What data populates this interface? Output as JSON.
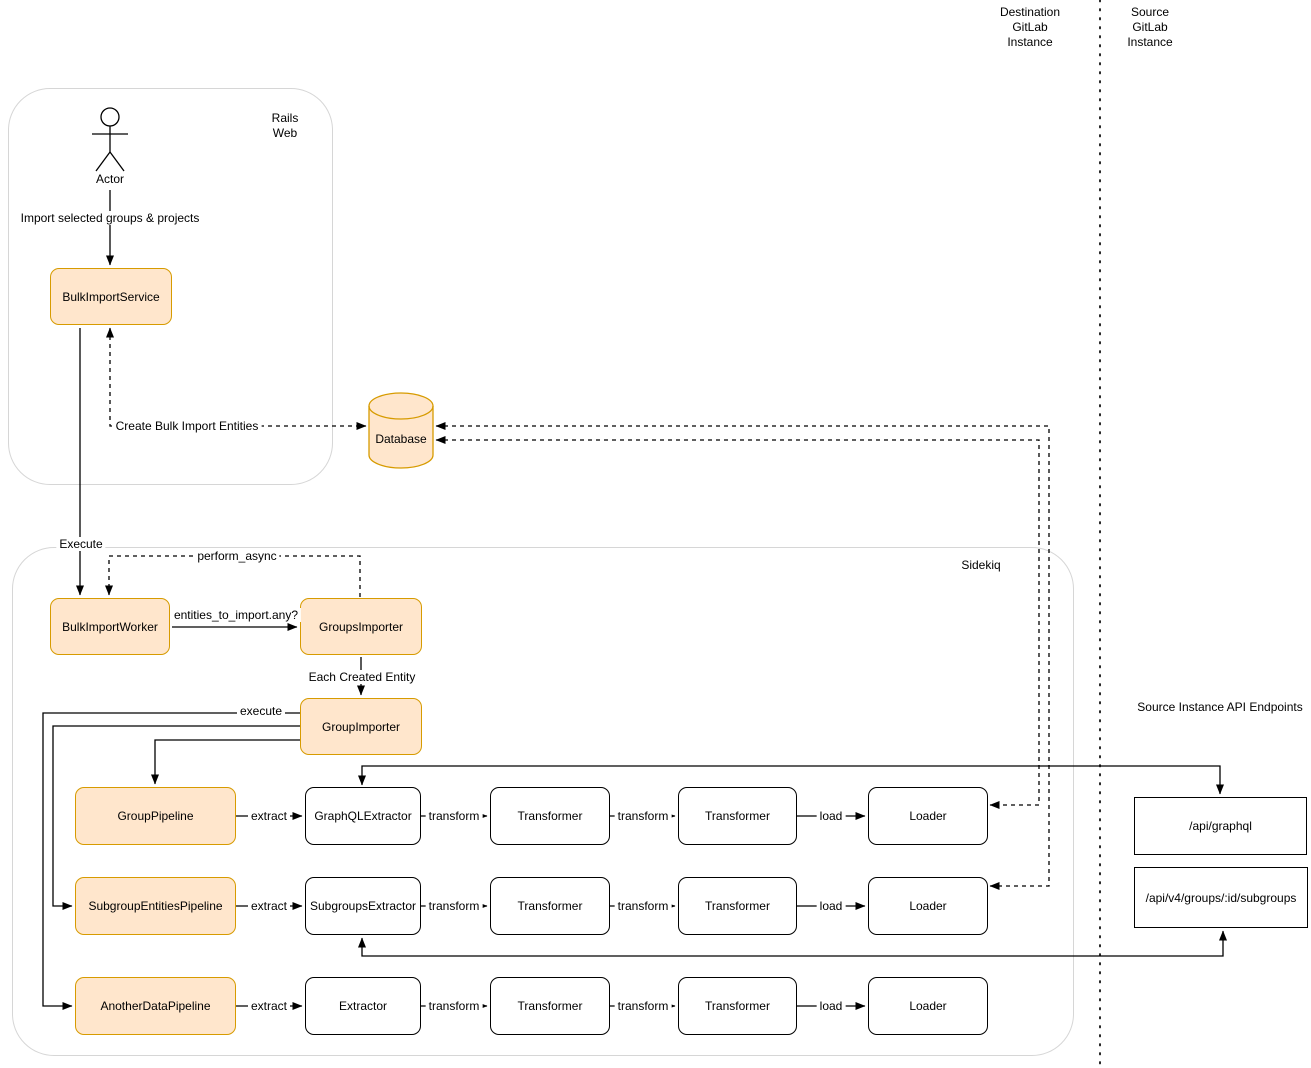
{
  "header": {
    "destination_instance": "Destination\nGitLab\nInstance",
    "source_instance": "Source\nGitLab\nInstance"
  },
  "rails": {
    "label": "Rails\nWeb",
    "actor": "Actor",
    "service": "BulkImportService"
  },
  "database": {
    "label": "Database"
  },
  "sidekiq": {
    "label": "Sidekiq",
    "worker": "BulkImportWorker",
    "groups_importer": "GroupsImporter",
    "group_importer": "GroupImporter"
  },
  "pipelines": [
    {
      "pipeline": "GroupPipeline",
      "extractor": "GraphQLExtractor",
      "transformer_a": "Transformer",
      "transformer_b": "Transformer",
      "loader": "Loader"
    },
    {
      "pipeline": "SubgroupEntitiesPipeline",
      "extractor": "SubgroupsExtractor",
      "transformer_a": "Transformer",
      "transformer_b": "Transformer",
      "loader": "Loader"
    },
    {
      "pipeline": "AnotherDataPipeline",
      "extractor": "Extractor",
      "transformer_a": "Transformer",
      "transformer_b": "Transformer",
      "loader": "Loader"
    }
  ],
  "edges": {
    "import_selected": "Import selected groups & projects",
    "create_entities": "Create Bulk Import Entities",
    "execute": "Execute",
    "perform_async": "perform_async",
    "entities_check": "entities_to_import.any?",
    "each_entity": "Each Created Entity",
    "execute_pipeline": "execute",
    "extract": "extract",
    "transform": "transform",
    "load": "load"
  },
  "api": {
    "heading": "Source Instance API Endpoints",
    "graphql_endpoint": "/api/graphql",
    "subgroups_endpoint": "/api/v4/groups/:id/subgroups"
  },
  "colors": {
    "node_fill": "#FFE6CC",
    "node_border": "#D79B00",
    "edge": "#000000",
    "container_border": "#D6D6D6"
  }
}
